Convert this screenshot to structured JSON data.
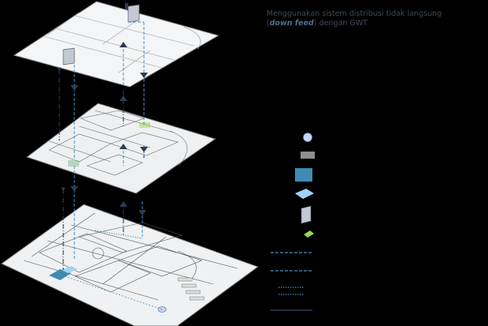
{
  "caption": {
    "line1": "Menggunakan sistem distribusi tidak langsung",
    "open_paren": "(",
    "emphasis": "down feed",
    "close_part": ") dengan GWT"
  },
  "legend": [
    {
      "symbol": "circle",
      "color": "#c9d4f2"
    },
    {
      "symbol": "gray-rect",
      "color": "#8d8d8d"
    },
    {
      "symbol": "blue-tank",
      "color": "#3f8bb3"
    },
    {
      "symbol": "light-blue-diamond",
      "color": "#9fd3f5"
    },
    {
      "symbol": "gray-panel",
      "color": "#c4c8d3"
    },
    {
      "symbol": "green-diamond",
      "color": "#9bd64a"
    },
    {
      "symbol": "dashed-line",
      "color": "#4a90c0"
    },
    {
      "symbol": "dashed-line",
      "color": "#4a90c0"
    },
    {
      "symbol": "dotted-double-line",
      "color": "#4a90c0"
    },
    {
      "symbol": "solid-line",
      "color": "#2c3e55"
    }
  ]
}
